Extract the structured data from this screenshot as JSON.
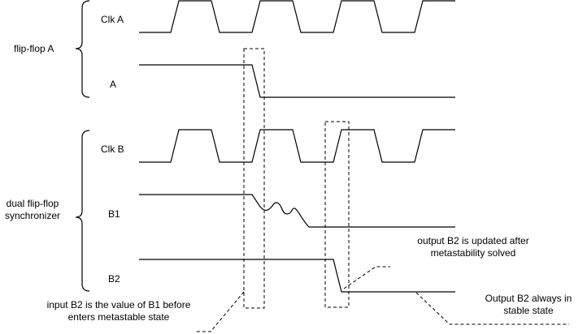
{
  "groups": {
    "flip_flop_a": "flip-flop A",
    "dual_line1": "dual flip-flop",
    "dual_line2": "synchronizer"
  },
  "signals": {
    "clk_a": "Clk A",
    "a": "A",
    "clk_b": "Clk B",
    "b1": "B1",
    "b2": "B2"
  },
  "annotations": {
    "input_b2_line1": "input B2 is the value of B1 before",
    "input_b2_line2": "enters metastable state",
    "updated_line1": "output B2 is updated after",
    "updated_line2": "metastability solved",
    "stable_line1": "Output B2 always in",
    "stable_line2": "stable state"
  },
  "colors": {
    "stroke": "#000000",
    "background": "#ffffff"
  }
}
